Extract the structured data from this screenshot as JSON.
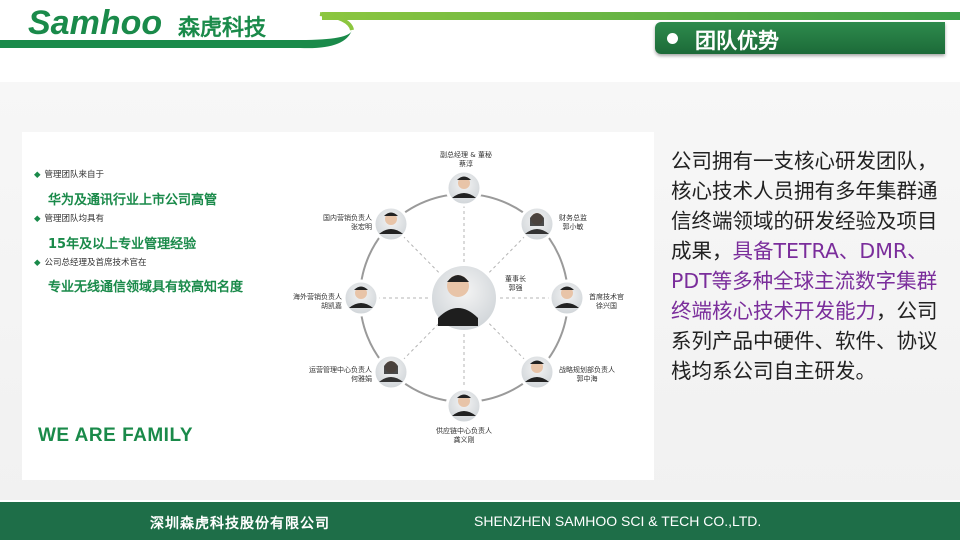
{
  "header": {
    "logo_en": "Samhoo",
    "logo_cn": "森虎科技",
    "section_title": "团队优势"
  },
  "left_panel": {
    "items": [
      {
        "small": "管理团队来自于",
        "big": "华为及通讯行业上市公司高管"
      },
      {
        "small": "管理团队均具有",
        "big": "15年及以上专业管理经验"
      },
      {
        "small": "公司总经理及首席技术官在",
        "big": "专业无线通信领域具有较高知名度"
      }
    ],
    "slogan": "WE ARE FAMILY"
  },
  "org_chart": {
    "center": {
      "title": "董事长",
      "name": "郭强"
    },
    "members": [
      {
        "title": "副总经理 & 董秘",
        "name": "蔡淳"
      },
      {
        "title": "财务总监",
        "name": "郭小敏"
      },
      {
        "title": "首席技术官",
        "name": "徐兴国"
      },
      {
        "title": "战略规划部负责人",
        "name": "郭中海"
      },
      {
        "title": "供应链中心负责人",
        "name": "龚义刚"
      },
      {
        "title": "运营管理中心负责人",
        "name": "何雅娟"
      },
      {
        "title": "海外营销负责人",
        "name": "胡凯嘉"
      },
      {
        "title": "国内营销负责人",
        "name": "张宏明"
      }
    ]
  },
  "description": {
    "part1": "公司拥有一支核心研发团队，核心技术人员拥有多年集群通信终端领域的研发经验及项目成果，",
    "highlight": "具备TETRA、DMR、PDT等多种全球主流数字集群终端核心技术开发能力",
    "part2": "，公司系列产品中硬件、软件、协议栈均系公司自主研发。"
  },
  "footer": {
    "company_cn": "深圳森虎科技股份有限公司",
    "company_en": "SHENZHEN SAMHOO SCI & TECH CO.,LTD."
  },
  "colors": {
    "brand_green": "#1a8a4a",
    "footer_green": "#1e6e48",
    "highlight_purple": "#7a2d9b"
  }
}
